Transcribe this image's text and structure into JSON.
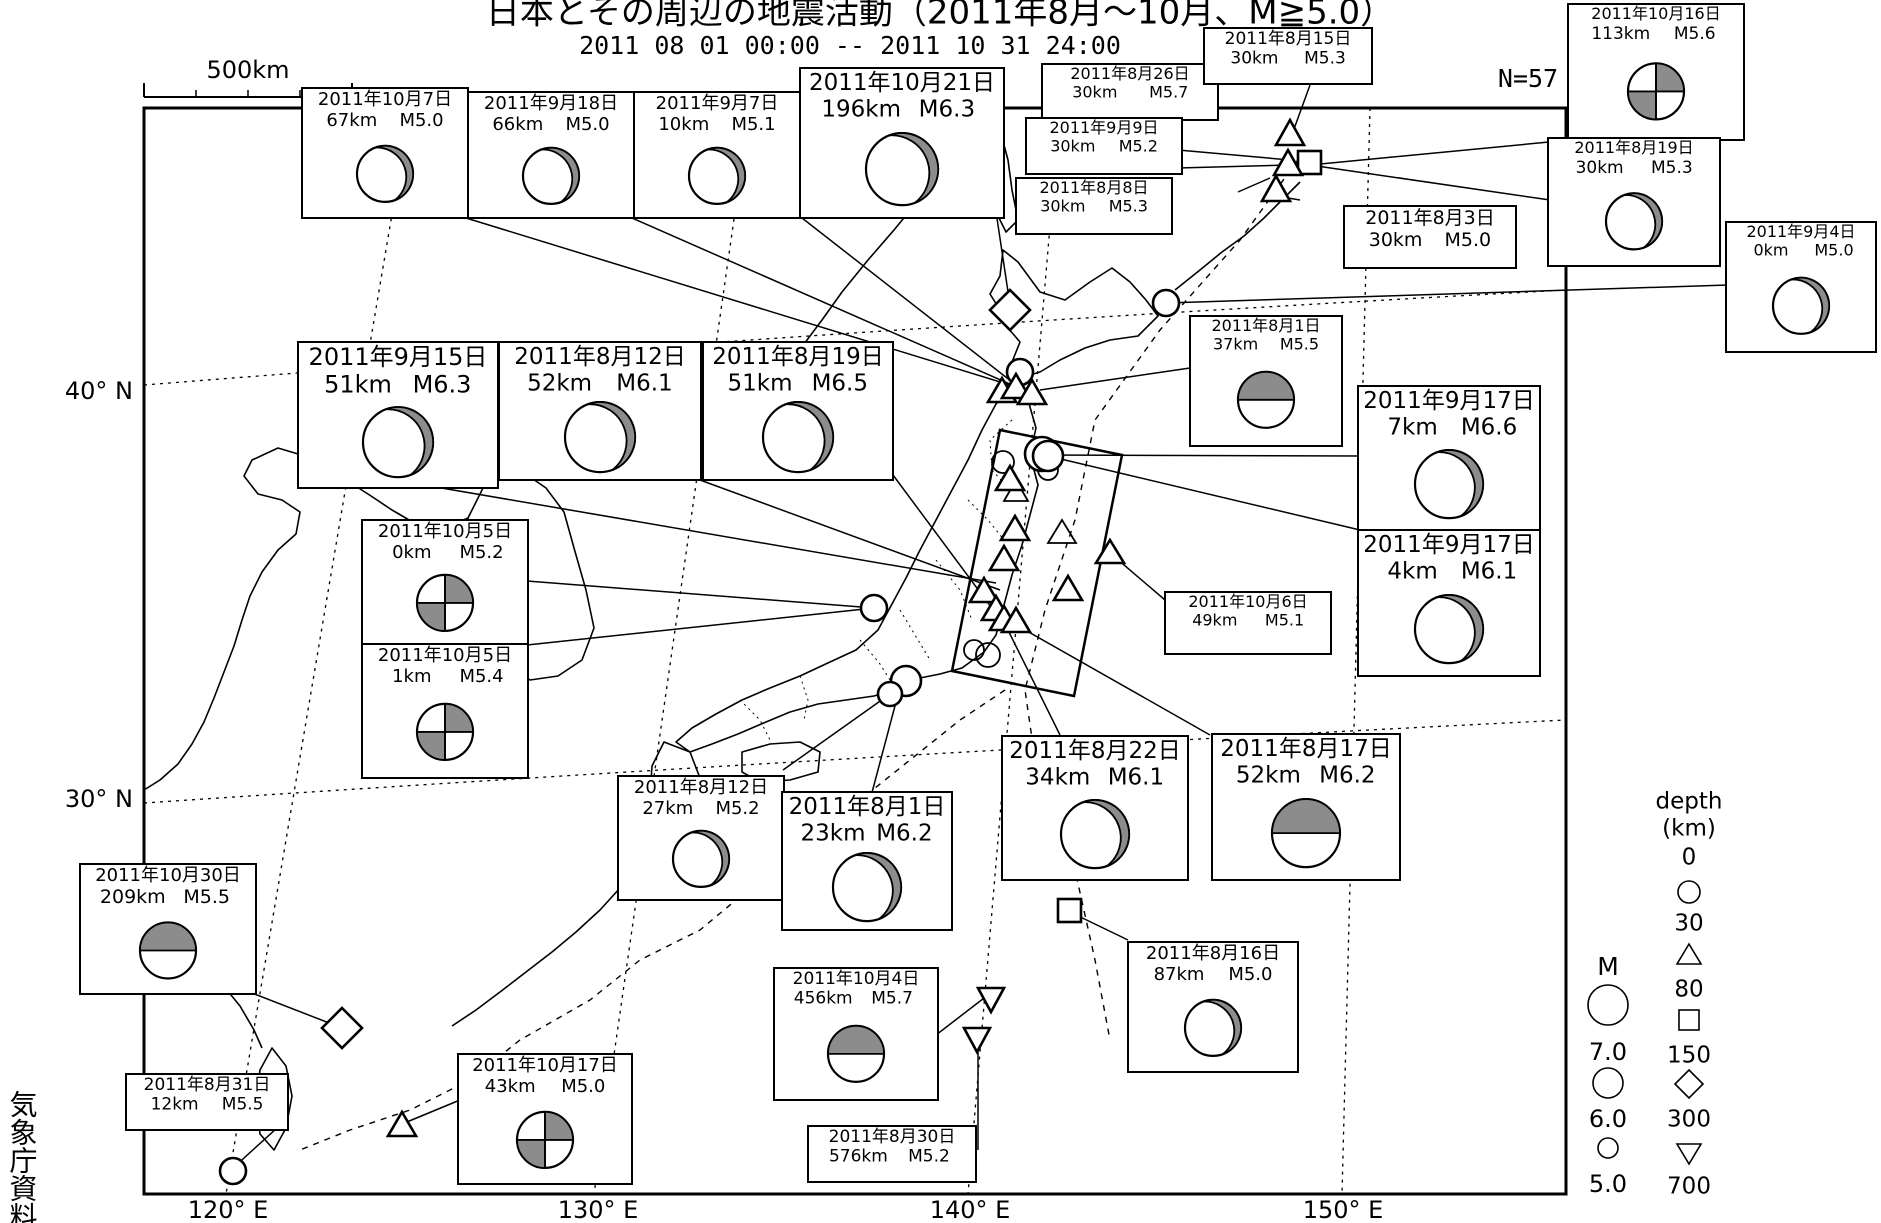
{
  "header": {
    "title": "日本とその周辺の地震活動（2011年8月～10月、M≧5.0）",
    "period": "2011 08 01 00:00 -- 2011 10 31 24:00",
    "count": "N=57"
  },
  "scale_bar": "500km",
  "latitude_labels": [
    "40° N",
    "30° N"
  ],
  "longitude_labels": [
    "120° E",
    "130° E",
    "140° E",
    "150° E"
  ],
  "credit": "気象庁資料",
  "events": [
    {
      "date": "2011年10月7日",
      "depth": "67km",
      "mag": "M5.0",
      "mech": "reverse"
    },
    {
      "date": "2011年9月18日",
      "depth": "66km",
      "mag": "M5.0",
      "mech": "reverse"
    },
    {
      "date": "2011年9月7日",
      "depth": "10km",
      "mag": "M5.1",
      "mech": "reverse"
    },
    {
      "date": "2011年10月21日",
      "depth": "196km",
      "mag": "M6.3",
      "mech": "reverse"
    },
    {
      "date": "2011年8月26日",
      "depth": "30km",
      "mag": "M5.7",
      "mech": ""
    },
    {
      "date": "2011年8月15日",
      "depth": "30km",
      "mag": "M5.3",
      "mech": ""
    },
    {
      "date": "2011年9月9日",
      "depth": "30km",
      "mag": "M5.2",
      "mech": ""
    },
    {
      "date": "2011年8月8日",
      "depth": "30km",
      "mag": "M5.3",
      "mech": ""
    },
    {
      "date": "2011年8月3日",
      "depth": "30km",
      "mag": "M5.0",
      "mech": ""
    },
    {
      "date": "2011年10月16日",
      "depth": "113km",
      "mag": "M5.6",
      "mech": "strike"
    },
    {
      "date": "2011年8月19日",
      "depth": "30km",
      "mag": "M5.3",
      "mech": "reverse"
    },
    {
      "date": "2011年9月4日",
      "depth": "0km",
      "mag": "M5.0",
      "mech": "reverse"
    },
    {
      "date": "2011年8月1日",
      "depth": "37km",
      "mag": "M5.5",
      "mech": "normal"
    },
    {
      "date": "2011年9月15日",
      "depth": "51km",
      "mag": "M6.3",
      "mech": "reverse"
    },
    {
      "date": "2011年8月12日",
      "depth": "52km",
      "mag": "M6.1",
      "mech": "reverse"
    },
    {
      "date": "2011年8月19日",
      "depth": "51km",
      "mag": "M6.5",
      "mech": "reverse"
    },
    {
      "date": "2011年9月17日",
      "depth": "7km",
      "mag": "M6.6",
      "mech": "reverse"
    },
    {
      "date": "2011年9月17日",
      "depth": "4km",
      "mag": "M6.1",
      "mech": "reverse"
    },
    {
      "date": "2011年10月5日",
      "depth": "0km",
      "mag": "M5.2",
      "mech": "strike"
    },
    {
      "date": "2011年10月5日",
      "depth": "1km",
      "mag": "M5.4",
      "mech": "strike"
    },
    {
      "date": "2011年10月6日",
      "depth": "49km",
      "mag": "M5.1",
      "mech": ""
    },
    {
      "date": "2011年8月22日",
      "depth": "34km",
      "mag": "M6.1",
      "mech": "reverse"
    },
    {
      "date": "2011年8月17日",
      "depth": "52km",
      "mag": "M6.2",
      "mech": "normal"
    },
    {
      "date": "2011年8月12日",
      "depth": "27km",
      "mag": "M5.2",
      "mech": "reverse"
    },
    {
      "date": "2011年8月1日",
      "depth": "23km",
      "mag": "M6.2",
      "mech": "reverse"
    },
    {
      "date": "2011年10月30日",
      "depth": "209km",
      "mag": "M5.5",
      "mech": "normal"
    },
    {
      "date": "2011年8月16日",
      "depth": "87km",
      "mag": "M5.0",
      "mech": "reverse"
    },
    {
      "date": "2011年10月4日",
      "depth": "456km",
      "mag": "M5.7",
      "mech": "normal"
    },
    {
      "date": "2011年8月31日",
      "depth": "12km",
      "mag": "M5.5",
      "mech": ""
    },
    {
      "date": "2011年10月17日",
      "depth": "43km",
      "mag": "M5.0",
      "mech": "strike"
    },
    {
      "date": "2011年8月30日",
      "depth": "576km",
      "mag": "M5.2",
      "mech": ""
    }
  ],
  "legend": {
    "m_title": "M",
    "m_values": [
      "7.0",
      "6.0",
      "5.0"
    ],
    "depth_title": "depth",
    "depth_unit": "(km)",
    "depth_values": [
      "0",
      "30",
      "80",
      "150",
      "300",
      "700"
    ]
  }
}
